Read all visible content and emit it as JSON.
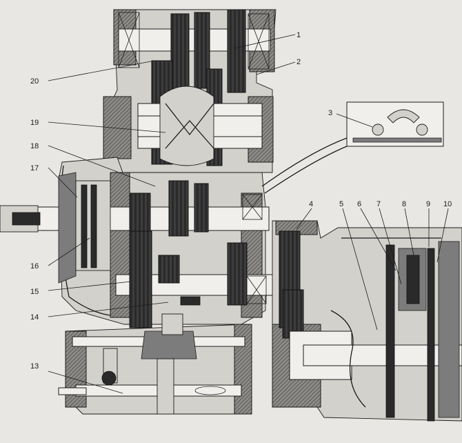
{
  "callouts": [
    {
      "id": "1",
      "label": "1"
    },
    {
      "id": "2",
      "label": "2"
    },
    {
      "id": "3",
      "label": "3"
    },
    {
      "id": "4",
      "label": "4"
    },
    {
      "id": "5",
      "label": "5"
    },
    {
      "id": "6",
      "label": "6"
    },
    {
      "id": "7",
      "label": "7"
    },
    {
      "id": "8",
      "label": "8"
    },
    {
      "id": "9",
      "label": "9"
    },
    {
      "id": "10",
      "label": "10"
    },
    {
      "id": "13",
      "label": "13"
    },
    {
      "id": "14",
      "label": "14"
    },
    {
      "id": "15",
      "label": "15"
    },
    {
      "id": "16",
      "label": "16"
    },
    {
      "id": "17",
      "label": "17"
    },
    {
      "id": "18",
      "label": "18"
    },
    {
      "id": "19",
      "label": "19"
    },
    {
      "id": "20",
      "label": "20"
    }
  ],
  "colors": {
    "background": "#e9e7e3",
    "ink": "#1b1b1b",
    "hatch": "#7c7c7c",
    "dark_fill": "#2a2a2a",
    "light_fill": "#d3d1cc"
  }
}
